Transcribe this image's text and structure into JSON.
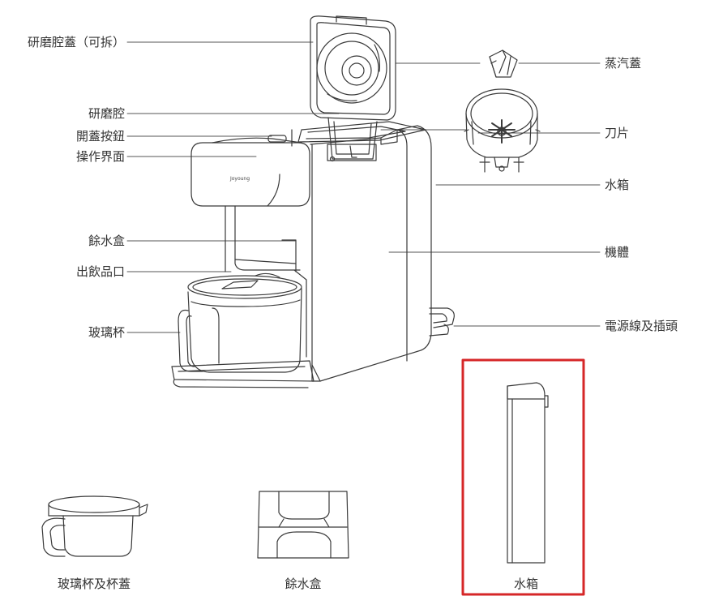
{
  "labels": {
    "grinding_lid": "研磨腔蓋（可拆）",
    "grinding_chamber": "研磨腔",
    "lid_button": "開蓋按鈕",
    "control_panel": "操作界面",
    "drip_box": "餘水盒",
    "spout": "出飲品口",
    "glass_cup": "玻璃杯",
    "steam_cap": "蒸汽蓋",
    "blade": "刀片",
    "water_tank": "水箱",
    "body": "機體",
    "power_cord": "電源線及插頭"
  },
  "brand_mark": "Joyoung",
  "captions": {
    "cup_and_lid": "玻璃杯及杯蓋",
    "drip_box": "餘水盒",
    "water_tank": "水箱"
  },
  "colors": {
    "line": "#3a3a3a",
    "highlight": "#d62728",
    "text": "#333333"
  }
}
